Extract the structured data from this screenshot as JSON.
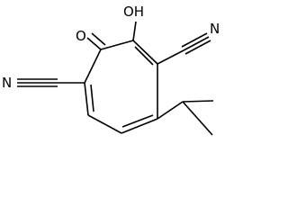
{
  "structure": {
    "atom_labels": {
      "oxygen_ketone": "O",
      "hydroxyl": "OH",
      "nitrile_right": "N",
      "nitrile_left": "N"
    }
  }
}
